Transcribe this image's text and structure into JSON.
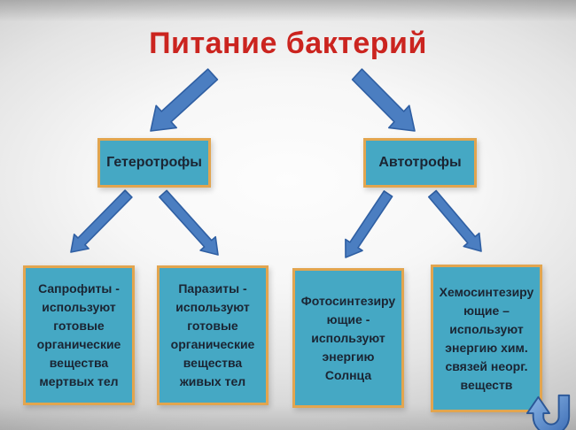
{
  "slide": {
    "title": "Питание бактерий",
    "level1": [
      {
        "id": "heterotrophs",
        "label": "Гетеротрофы"
      },
      {
        "id": "autotrophs",
        "label": "Автотрофы"
      }
    ],
    "level2": [
      {
        "id": "saprophytes",
        "parent": "heterotrophs",
        "text": "Сапрофиты -\nиспользуют\nготовые\nорганические\nвещества\nмертвых тел"
      },
      {
        "id": "parasites",
        "parent": "heterotrophs",
        "text": "Паразиты -\nиспользуют\nготовые\nорганические\nвещества\nживых тел"
      },
      {
        "id": "photosynthetic",
        "parent": "autotrophs",
        "text": "Фотосинтезиру\nющие -\nиспользуют\nэнергию Солнца"
      },
      {
        "id": "chemosynthetic",
        "parent": "autotrophs",
        "text": "Хемосинтезиру\nющие –\nиспользуют\nэнергию хим.\nсвязей неорг.\nвеществ"
      }
    ],
    "icons": [
      {
        "name": "u-turn-arrow-icon"
      },
      {
        "name": "down-left-arrow-icon"
      },
      {
        "name": "down-right-arrow-icon"
      }
    ],
    "colors": {
      "title": "#cb241f",
      "box_fill": "#45a8c4",
      "box_border": "#e2a54f",
      "box_text": "#1b2533",
      "arrow_fill": "#4b7ec1",
      "arrow_stroke": "#2f5fa3",
      "background_center": "#fdfdfd",
      "background_edge": "#989898"
    }
  }
}
